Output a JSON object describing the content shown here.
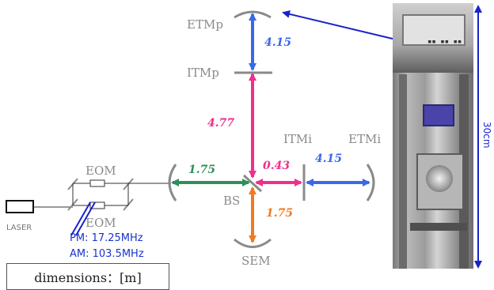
{
  "labels": {
    "etmp": "ETMp",
    "itmp": "ITMp",
    "itmi": "ITMi",
    "etmi": "ETMi",
    "eom_top": "EOM",
    "eom_bottom": "EOM",
    "bs": "BS",
    "sem": "SEM",
    "laser": "LASER",
    "pm": "PM: 17.25MHz",
    "am": "AM: 103.5MHz",
    "dimensions": "dimensions：[m]",
    "photo_scale": "30cm"
  },
  "distances": {
    "etmp_itmp": "4.15",
    "itmp_bs": "4.77",
    "bs_itmi": "0.43",
    "itmi_etmi": "4.15",
    "input_bs": "1.75",
    "bs_sem": "1.75"
  },
  "colors": {
    "blue_arm": "#3a68e8",
    "pink_arm": "#ee2f8c",
    "green_arm": "#2f8f5a",
    "orange_arm": "#f07a20",
    "mirror_gray": "#8a8a8a",
    "annot_blue": "#1a22cc"
  },
  "photo": {
    "description_icon": "suspended-mirror-photo",
    "clamp_text": "▪▪ ▪▪ ▪▪"
  }
}
